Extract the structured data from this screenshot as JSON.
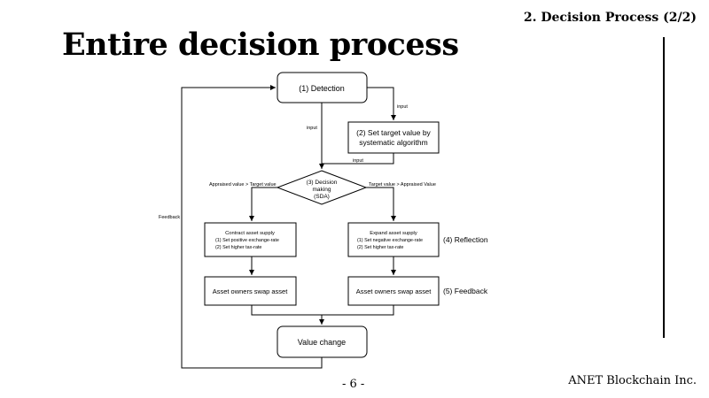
{
  "header": {
    "section": "2. Decision Process (2/2)"
  },
  "title": "Entire decision process",
  "flowchart": {
    "detection": "(1) Detection",
    "target_line1": "(2) Set target value by",
    "target_line2": "systematic algorithm",
    "decision_line1": "(3) Decision",
    "decision_line2": "making",
    "decision_line3": "(SDA)",
    "left_branch": {
      "condition": "Appraised value > Target value",
      "title": "Contract asset supply",
      "item1": "(1)   Set positive exchange-rate",
      "item2": "(2)   Set higher tax-rate",
      "swap": "Asset owners swap asset"
    },
    "right_branch": {
      "condition": "Target value > Appraised Value",
      "title": "Expand asset supply",
      "item1": "(1)   Set negative exchange-rate",
      "item2": "(2)   Set higher tax-rate",
      "swap": "Asset owners swap asset"
    },
    "value_change": "Value change",
    "input_labels": [
      "input",
      "input",
      "input"
    ],
    "feedback_label": "Feedback",
    "reflection": "(4) Reflection",
    "feedback_step": "(5) Feedback"
  },
  "footer": {
    "page": "- 6 -",
    "company": "ANET Blockchain Inc."
  }
}
